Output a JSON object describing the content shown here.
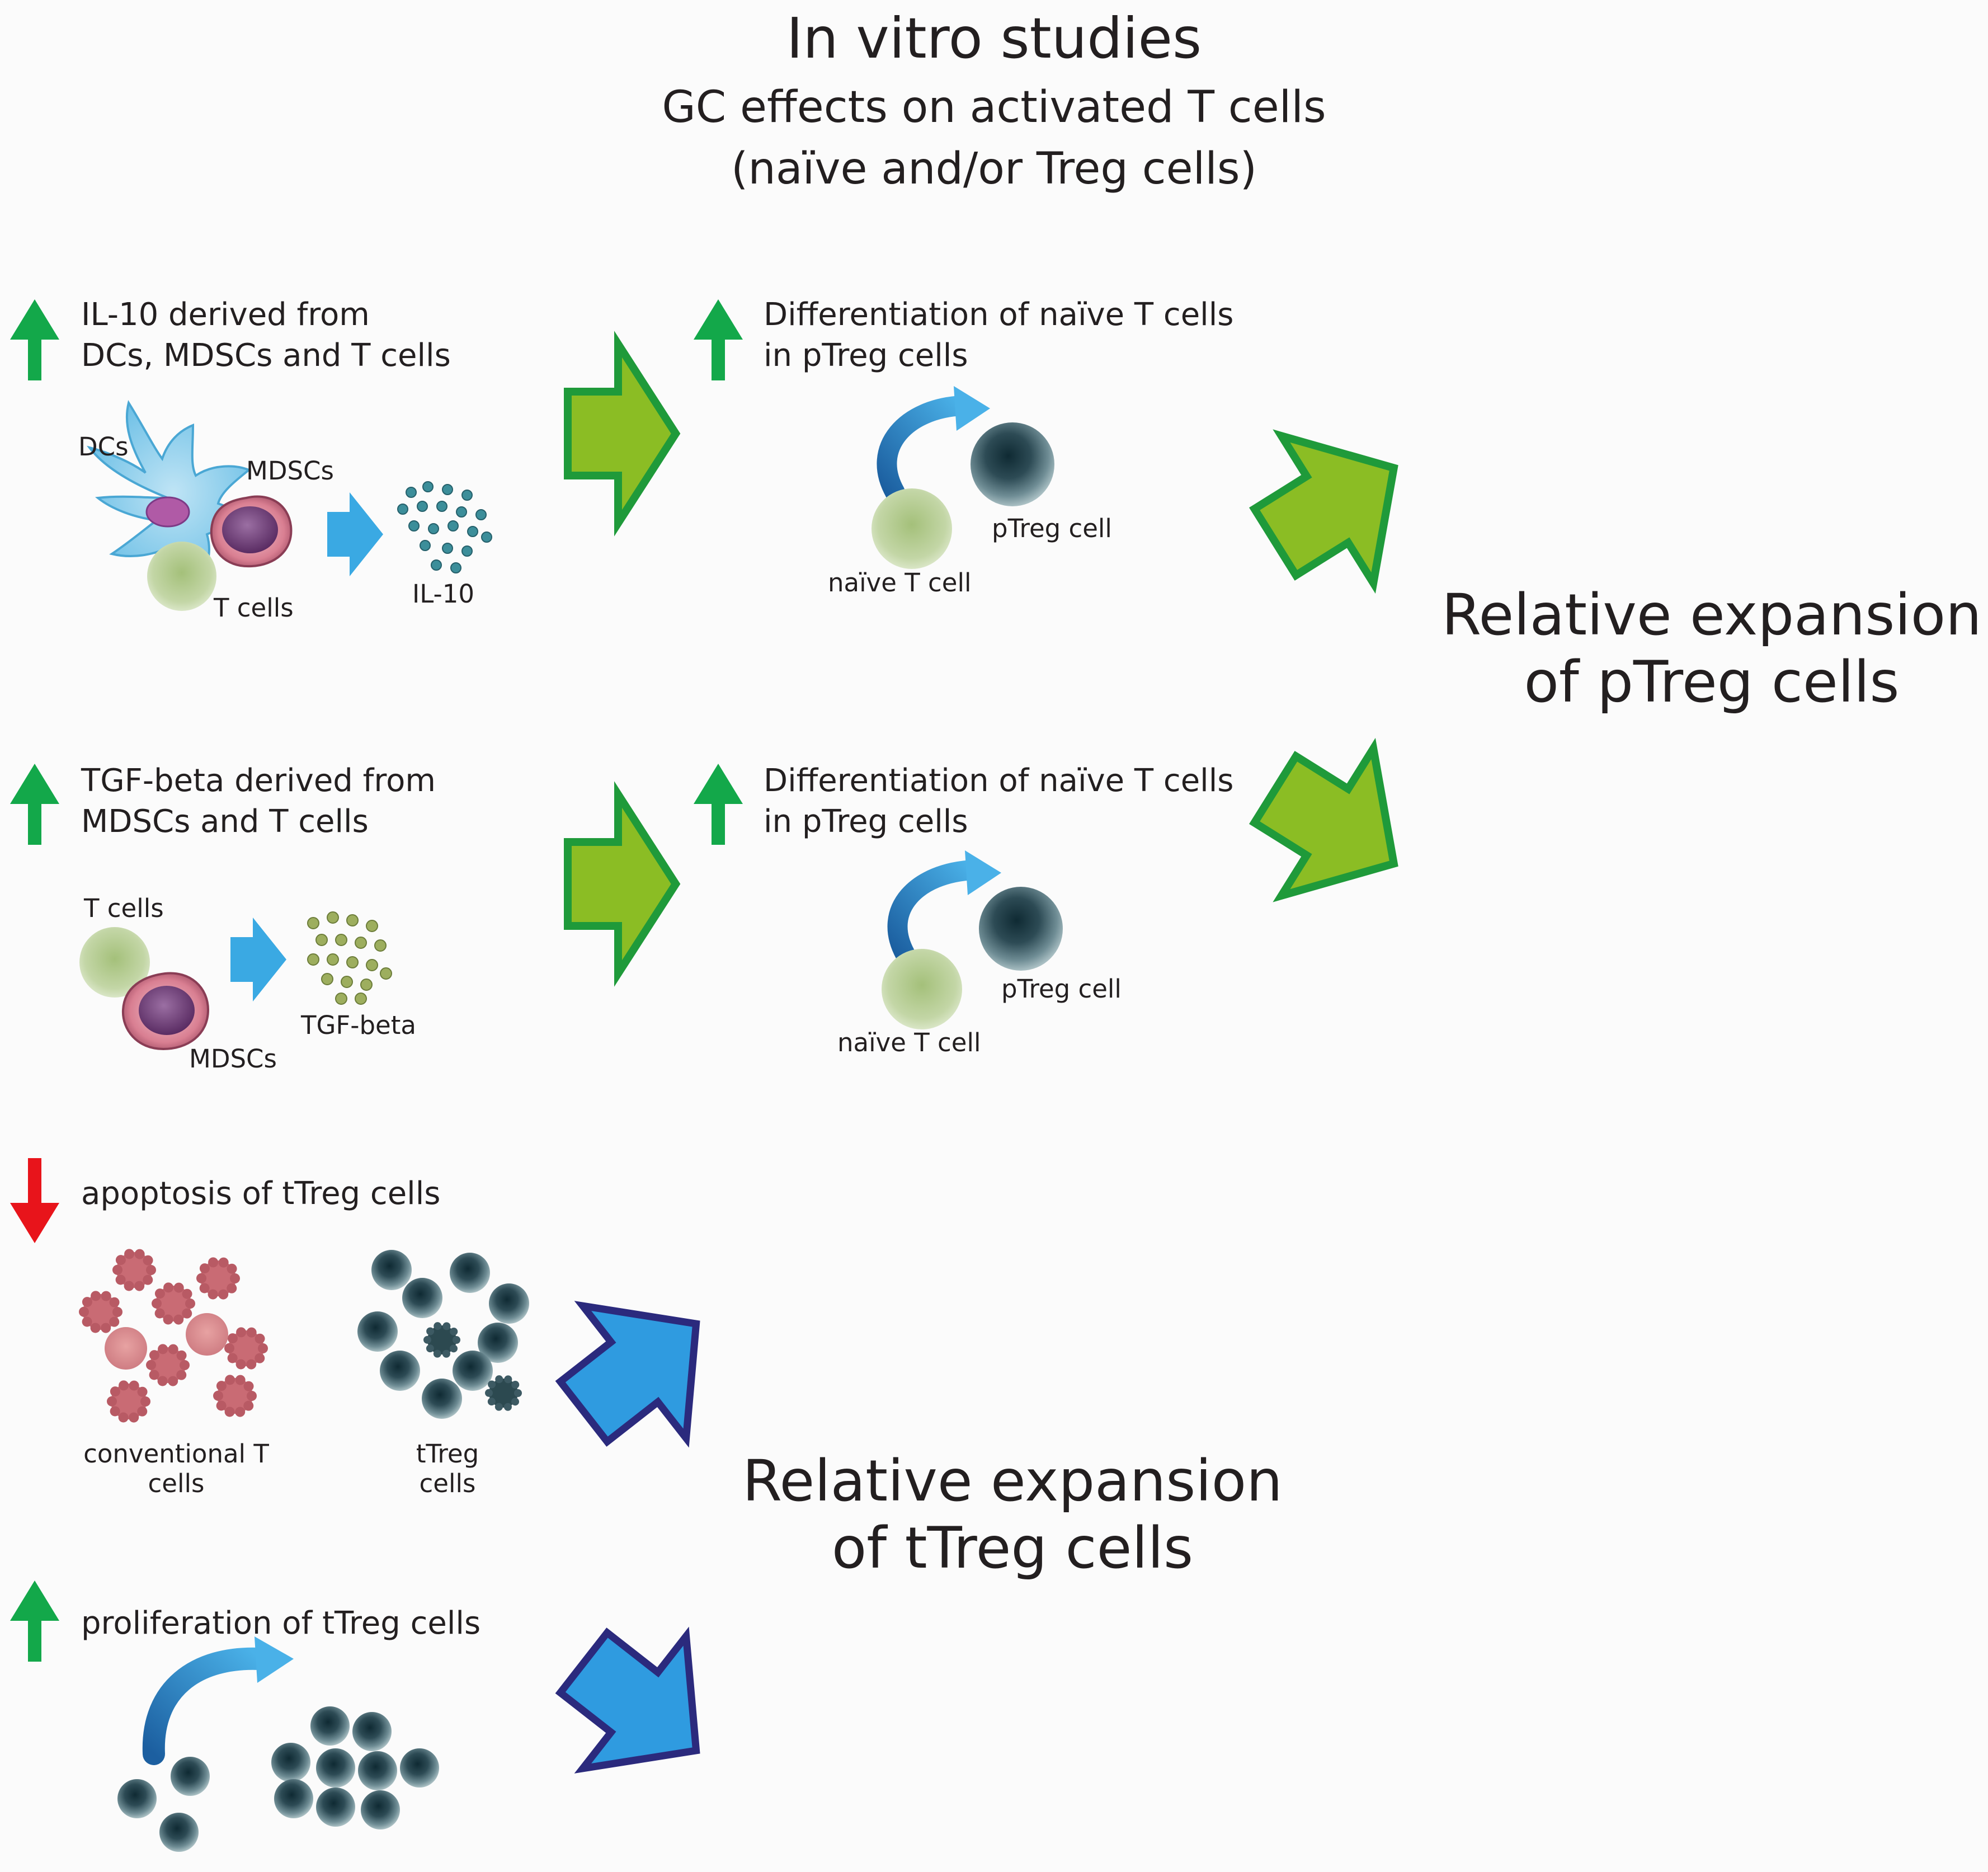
{
  "header": {
    "title": "In vitro studies",
    "subtitle_line1": "GC effects on activated T cells",
    "subtitle_line2": "(naïve and/or Treg cells)"
  },
  "section_il10": {
    "heading": "IL-10 derived from\nDCs, MDSCs and T cells",
    "trend": "up",
    "labels": {
      "dcs": "DCs",
      "mdscs": "MDSCs",
      "t_cells": "T cells",
      "product": "IL-10"
    }
  },
  "section_diff1": {
    "heading": "Differentiation of naïve T cells\nin pTreg cells",
    "trend": "up",
    "labels": {
      "ptreg": "pTreg cell",
      "naive": "naïve T cell"
    }
  },
  "section_tgf": {
    "heading": "TGF-beta derived from\nMDSCs and T cells",
    "trend": "up",
    "labels": {
      "t_cells": "T cells",
      "product": "TGF-beta",
      "mdscs": "MDSCs"
    }
  },
  "section_diff2": {
    "heading": "Differentiation of naïve T cells\nin pTreg cells",
    "trend": "up",
    "labels": {
      "ptreg": "pTreg cell",
      "naive": "naïve T cell"
    }
  },
  "section_apoptosis": {
    "heading": "apoptosis of tTreg cells",
    "trend": "down",
    "labels": {
      "conventional": "conventional T\ncells",
      "ttreg": "tTreg\ncells"
    }
  },
  "section_proliferation": {
    "heading": "proliferation of tTreg cells",
    "trend": "up"
  },
  "outcomes": {
    "ptreg": "Relative expansion\nof pTreg cells",
    "ttreg": "Relative expansion\nof tTreg cells"
  },
  "colors": {
    "up_arrow": "#13a84a",
    "down_arrow": "#e8141b",
    "green_arrow_fill": "#8bbd24",
    "green_arrow_stroke": "#1f9a3a",
    "blue_arrow_fill": "#2f9be0",
    "blue_arrow_stroke": "#2b2a7d",
    "process_arrow": "#3aa9e3",
    "treg_cell": "#3d5a63",
    "naive_cell": "#b7cd96",
    "mdsc_cell": "#d77f92",
    "conventional_cell": "#d08686"
  }
}
